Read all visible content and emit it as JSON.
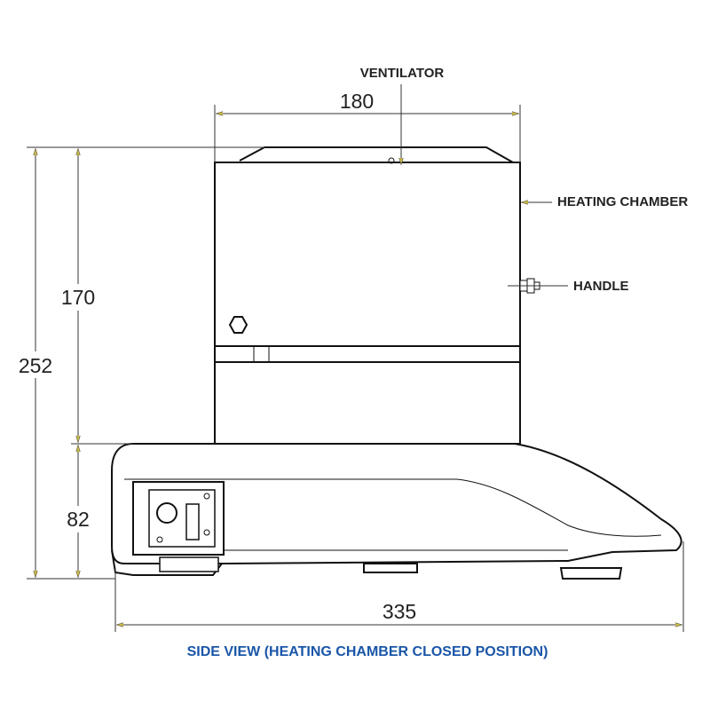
{
  "labels": {
    "ventilator": "VENTILATOR",
    "heating_chamber": "HEATING CHAMBER",
    "handle": "HANDLE"
  },
  "dimensions": {
    "top_width": "180",
    "chamber_height": "170",
    "total_height": "252",
    "base_height": "82",
    "total_length": "335"
  },
  "caption": "SIDE VIEW (HEATING CHAMBER CLOSED POSITION)",
  "colors": {
    "caption": "#1a56a8",
    "arrow_fill": "#c8b84a",
    "body_fill": "#ffffff",
    "outline": "#111111"
  }
}
